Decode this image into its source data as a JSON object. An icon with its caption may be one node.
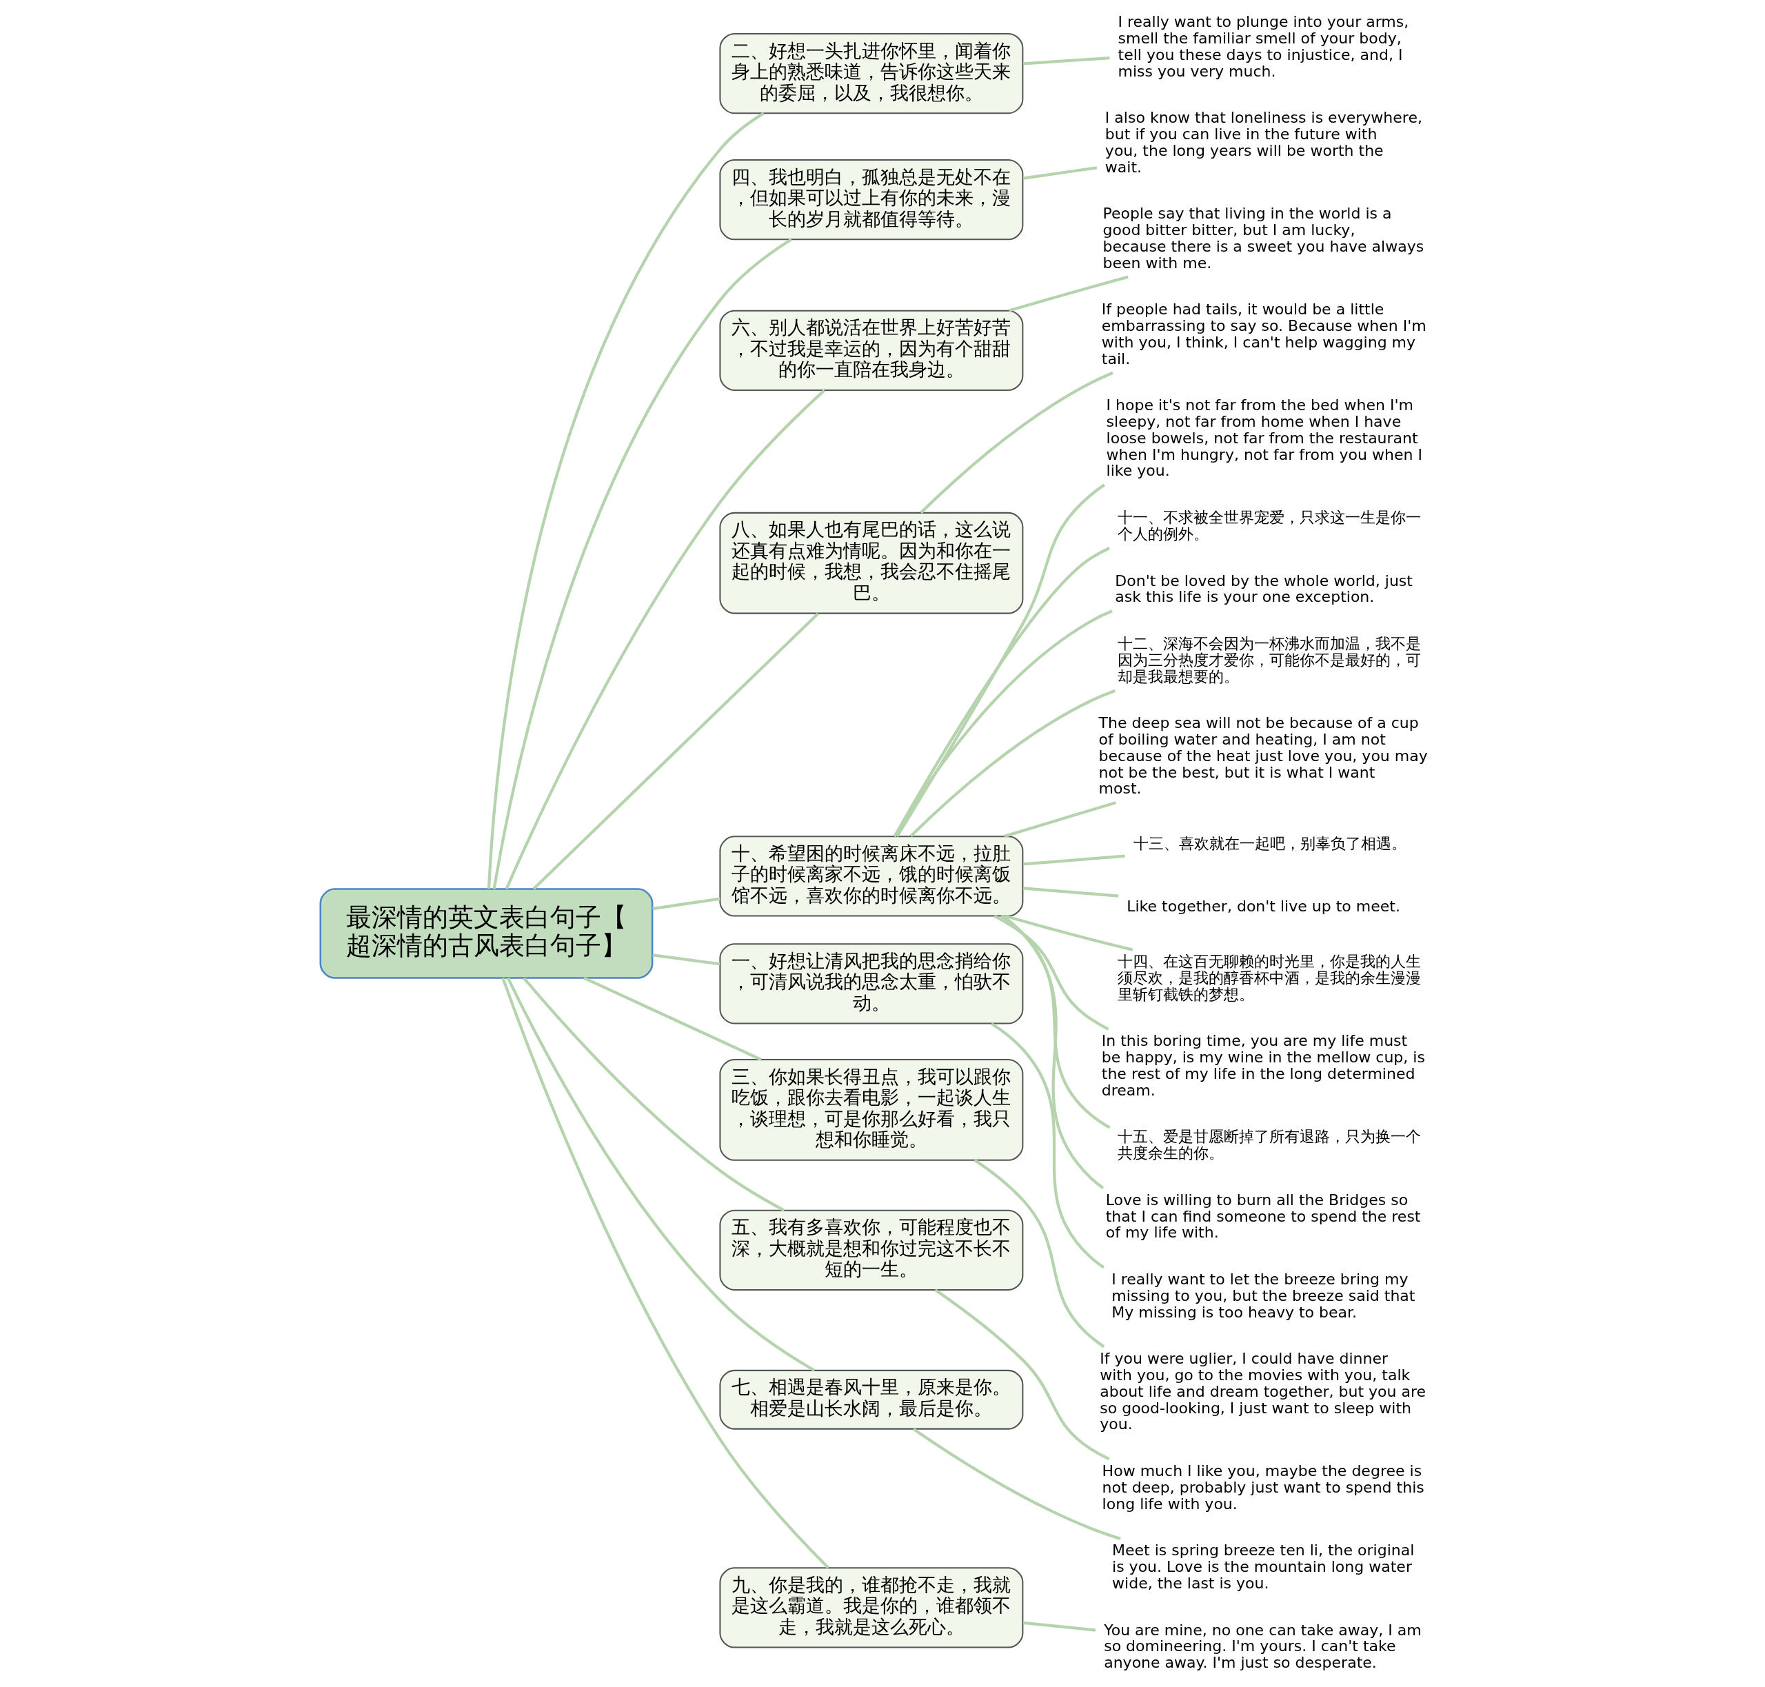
{
  "diagram": {
    "nodes": [
      {
        "text": [
          "最深情的英文表白句子【超深情的古风表白句子】"
        ]
      },
      {
        "text": [
          "二、好想一头扎进你怀里，闻着你身上的熟悉味道，告诉你这些天来的委屈，以及，我很想你。"
        ]
      },
      {
        "text": [
          "I really want to plunge into your arms, smell the familiar smell of your body, tell you these days to injustice, and, I miss you very much."
        ]
      },
      {
        "text": [
          "四、我也明白，孤独总是无处不在，但如果可以过上有你的未来，漫长的岁月就都值得等待。"
        ]
      },
      {
        "text": [
          "I also know that loneliness is everywhere, but if you can live in the future with you, the long years will be worth the wait."
        ]
      },
      {
        "text": [
          "六、别人都说活在世界上好苦好苦，不过我是幸运的，因为有个甜甜的你一直陪在我身边。"
        ]
      },
      {
        "text": [
          "People say that living in the world is a good bitter bitter, but I am lucky, because there is a sweet you have always been with me."
        ]
      },
      {
        "text": [
          "八、如果人也有尾巴的话，这么说还真有点难为情呢。因为和你在一起的时候，我想，我会忍不住摇尾巴。"
        ]
      },
      {
        "text": [
          "If people had tails, it would be a little embarrassing to say so. Because when I'm with you, I think, I can't help wagging my tail."
        ]
      },
      {
        "text": [
          "十、希望困的时候离床不远，拉肚子的时候离家不远，饿的时候离饭馆不远，喜欢你的时候离你不远。"
        ]
      },
      {
        "text": [
          "I hope it's not far from the bed when I'm sleepy, not far from home when I have loose bowels, not far from the restaurant when I'm hungry, not far from you when I like you."
        ]
      },
      {
        "text": [
          "十一、不求被全世界宠爱，只求这一生是你一个人的例外。"
        ]
      },
      {
        "text": [
          "Don't be loved by the whole world, just ask this life is your one exception."
        ]
      },
      {
        "text": [
          "十二、深海不会因为一杯沸水而加温，我不是因为三分热度才爱你，可能你不是最好的，可却是我最想要的。"
        ]
      },
      {
        "text": [
          "The deep sea will not be because of a cup of boiling water and heating, I am not because of the heat just love you, you may not be the best, but it is what I want most."
        ]
      },
      {
        "text": [
          "十三、喜欢就在一起吧，别辜负了相遇。"
        ]
      },
      {
        "text": [
          "Like together, don't live up to meet."
        ]
      },
      {
        "text": [
          "十四、在这百无聊赖的时光里，你是我的人生须尽欢，是我的醇香杯中酒，是我的余生漫漫里斩钉截铁的梦想。"
        ]
      },
      {
        "text": [
          "In this boring time, you are my life must be happy, is my wine in the mellow cup, is the rest of my life in the long determined dream."
        ]
      },
      {
        "text": [
          "十五、爱是甘愿断掉了所有退路，只为换一个共度余生的你。"
        ]
      },
      {
        "text": [
          "Love is willing to burn all the Bridges so that I can find someone to spend the rest of my life with."
        ]
      },
      {
        "text": [
          "一、好想让清风把我的思念捎给你，可清风说我的思念太重，怕驮不动。"
        ]
      },
      {
        "text": [
          "I really want to let the breeze bring my missing to you, but the breeze said that My missing is too heavy to bear."
        ]
      },
      {
        "text": [
          "三、你如果长得丑点，我可以跟你吃饭，跟你去看电影，一起谈人生，谈理想，可是你那么好看，我只想和你睡觉。"
        ]
      },
      {
        "text": [
          "If you were uglier, I could have dinner with you, go to the movies with you, talk about life and dream together, but you are so good-looking, I just want to sleep with you."
        ]
      },
      {
        "text": [
          "五、我有多喜欢你，可能程度也不深，大概就是想和你过完这不长不短的一生。"
        ]
      },
      {
        "text": [
          "How much I like you, maybe the degree is not deep, probably just want to spend this long life with you."
        ]
      },
      {
        "text": [
          "七、相遇是春风十里，原来是你。相爱是山长水阔，最后是你。"
        ]
      },
      {
        "text": [
          "Meet is spring breeze ten li, the original is you. Love is the mountain long water wide, the last is you."
        ]
      },
      {
        "text": [
          "九、你是我的，谁都抢不走，我就是这么霸道。我是你的，谁都领不走，我就是这么死心。"
        ]
      },
      {
        "text": [
          "You are mine, no one can take away, I am so domineering. I'm yours. I can't take anyone away. I'm just so desperate."
        ]
      }
    ],
    "edges": [
      {
        "from": 0,
        "to": 1,
        "arrow": "none"
      },
      {
        "from": 1,
        "to": 2,
        "arrow": "none"
      },
      {
        "from": 0,
        "to": 3,
        "arrow": "none"
      },
      {
        "from": 3,
        "to": 4,
        "arrow": "none"
      },
      {
        "from": 0,
        "to": 5,
        "arrow": "none"
      },
      {
        "from": 5,
        "to": 6,
        "arrow": "none"
      },
      {
        "from": 0,
        "to": 7,
        "arrow": "none"
      },
      {
        "from": 7,
        "to": 8,
        "arrow": "none"
      },
      {
        "from": 0,
        "to": 9,
        "arrow": "none"
      },
      {
        "from": 9,
        "to": 10,
        "arrow": "none"
      },
      {
        "from": 9,
        "to": 11,
        "arrow": "none"
      },
      {
        "from": 9,
        "to": 12,
        "arrow": "none"
      },
      {
        "from": 9,
        "to": 13,
        "arrow": "none"
      },
      {
        "from": 9,
        "to": 14,
        "arrow": "none"
      },
      {
        "from": 9,
        "to": 15,
        "arrow": "none"
      },
      {
        "from": 9,
        "to": 16,
        "arrow": "none"
      },
      {
        "from": 9,
        "to": 17,
        "arrow": "none"
      },
      {
        "from": 9,
        "to": 18,
        "arrow": "none"
      },
      {
        "from": 9,
        "to": 19,
        "arrow": "none"
      },
      {
        "from": 9,
        "to": 20,
        "arrow": "none"
      },
      {
        "from": 0,
        "to": 21,
        "arrow": "none"
      },
      {
        "from": 21,
        "to": 22,
        "arrow": "none"
      },
      {
        "from": 0,
        "to": 23,
        "arrow": "none"
      },
      {
        "from": 23,
        "to": 24,
        "arrow": "none"
      },
      {
        "from": 0,
        "to": 25,
        "arrow": "none"
      },
      {
        "from": 25,
        "to": 26,
        "arrow": "none"
      },
      {
        "from": 0,
        "to": 27,
        "arrow": "none"
      },
      {
        "from": 27,
        "to": 28,
        "arrow": "none"
      },
      {
        "from": 0,
        "to": 29,
        "arrow": "none"
      },
      {
        "from": 29,
        "to": 30,
        "arrow": "none"
      }
    ]
  }
}
